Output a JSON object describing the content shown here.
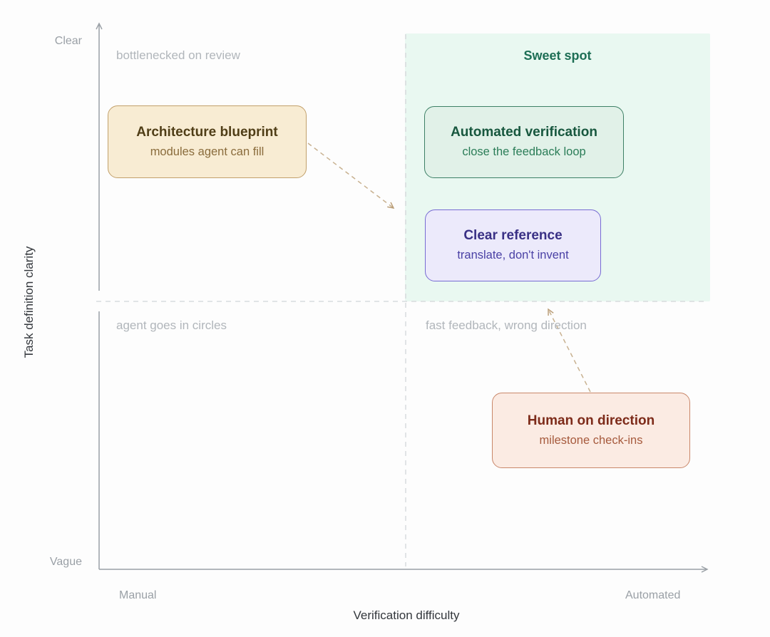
{
  "diagram": {
    "type": "quadrant-2x2",
    "axes": {
      "y": {
        "title": "Task definition clarity",
        "top_label": "Clear",
        "bottom_label": "Vague"
      },
      "x": {
        "title": "Verification difficulty",
        "left_label": "Manual",
        "right_label": "Automated"
      }
    },
    "quadrants": {
      "top_left": {
        "caption": "bottlenecked on review"
      },
      "top_right": {
        "caption": "Sweet spot",
        "highlighted": true
      },
      "bottom_left": {
        "caption": "agent goes in circles"
      },
      "bottom_right": {
        "caption": "fast feedback, wrong direction"
      }
    },
    "nodes": {
      "architecture_blueprint": {
        "title": "Architecture blueprint",
        "subtitle": "modules agent can fill",
        "accent": "#c2a06b"
      },
      "automated_verification": {
        "title": "Automated verification",
        "subtitle": "close the feedback loop",
        "accent": "#3d8066"
      },
      "clear_reference": {
        "title": "Clear reference",
        "subtitle": "translate, don't invent",
        "accent": "#776bd3"
      },
      "human_on_direction": {
        "title": "Human on direction",
        "subtitle": "milestone check-ins",
        "accent": "#c9876a"
      }
    },
    "arrows": [
      {
        "from": "architecture_blueprint",
        "to": "sweet_spot_region",
        "style": "dashed"
      },
      {
        "from": "human_on_direction",
        "to": "sweet_spot_region",
        "style": "dashed"
      }
    ],
    "colors": {
      "sweet_spot_region_bg": "#e9f8f1",
      "sweet_spot_text": "#1d6e55",
      "axis_line": "#9aa0a6",
      "quadrant_divider": "#d8dbde",
      "connector": "#c8b190",
      "caption_gray": "#b1b6bb"
    }
  }
}
